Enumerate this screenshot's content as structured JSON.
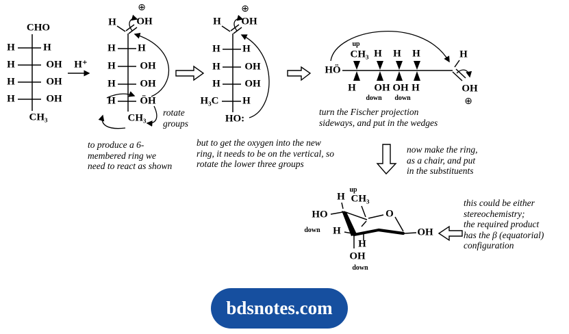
{
  "colors": {
    "ink": "#000000",
    "background": "#ffffff",
    "logo_blue": "#164f9f"
  },
  "reagent_arrow": {
    "label": "H⁺"
  },
  "struct1": {
    "top": "CHO",
    "rows": [
      {
        "left": "H",
        "right": "H"
      },
      {
        "left": "H",
        "right": "OH"
      },
      {
        "left": "H",
        "right": "OH"
      },
      {
        "left": "H",
        "right": "OH"
      }
    ],
    "bottom": "CH₃"
  },
  "struct2": {
    "plus": "⊕",
    "h_top": "H",
    "oh_top": "OH",
    "rows": [
      {
        "left": "H",
        "right": "H"
      },
      {
        "left": "H",
        "right": "OH"
      },
      {
        "left": "H",
        "right": "OH"
      },
      {
        "left": "H",
        "right": "ÖH"
      }
    ],
    "bottom": "CH₃",
    "note": "rotate\ngroups"
  },
  "struct3": {
    "plus": "⊕",
    "h_top": "H",
    "oh_top": "OH",
    "rows": [
      {
        "left": "H",
        "right": "H"
      },
      {
        "left": "H",
        "right": "OH"
      },
      {
        "left": "H",
        "right": "OH"
      },
      {
        "left": "H₃C",
        "right": "H"
      }
    ],
    "bottom": "HO:"
  },
  "struct4": {
    "ho": "HÖ",
    "up": "up",
    "top_labels": [
      "CH₃",
      "H",
      "H",
      "H"
    ],
    "bottom_labels": [
      "H",
      "OH",
      "OH",
      "H"
    ],
    "down_labels": [
      "down",
      "down"
    ],
    "end_h": "H",
    "end_oh": "OH",
    "plus": "⊕",
    "caption": "turn the Fischer projection\nsideways, and put in the wedges"
  },
  "captions": {
    "step1": "to produce a 6-\nmembered ring we\nneed to react as shown",
    "step2": "but to get the oxygen into the new\nring, it needs to be on the vertical, so\nrotate the lower three groups",
    "step3": "now make the ring,\nas a chair, and put\nin the substituents",
    "result": "this could be either\nstereochemistry;\nthe required product\nhas the β (equatorial)\nconfiguration"
  },
  "chair": {
    "up": "up",
    "h_top": "H",
    "ch3": "CH₃",
    "ho": "HO",
    "down_left": "down",
    "h_left": "H",
    "ring_o": "O",
    "oh_right": "OH",
    "h_inner": "H",
    "oh_bottom": "OH",
    "down_bottom": "down"
  },
  "logo": {
    "text": "bdsnotes.com",
    "background": "#164f9f",
    "text_color": "#ffffff"
  }
}
